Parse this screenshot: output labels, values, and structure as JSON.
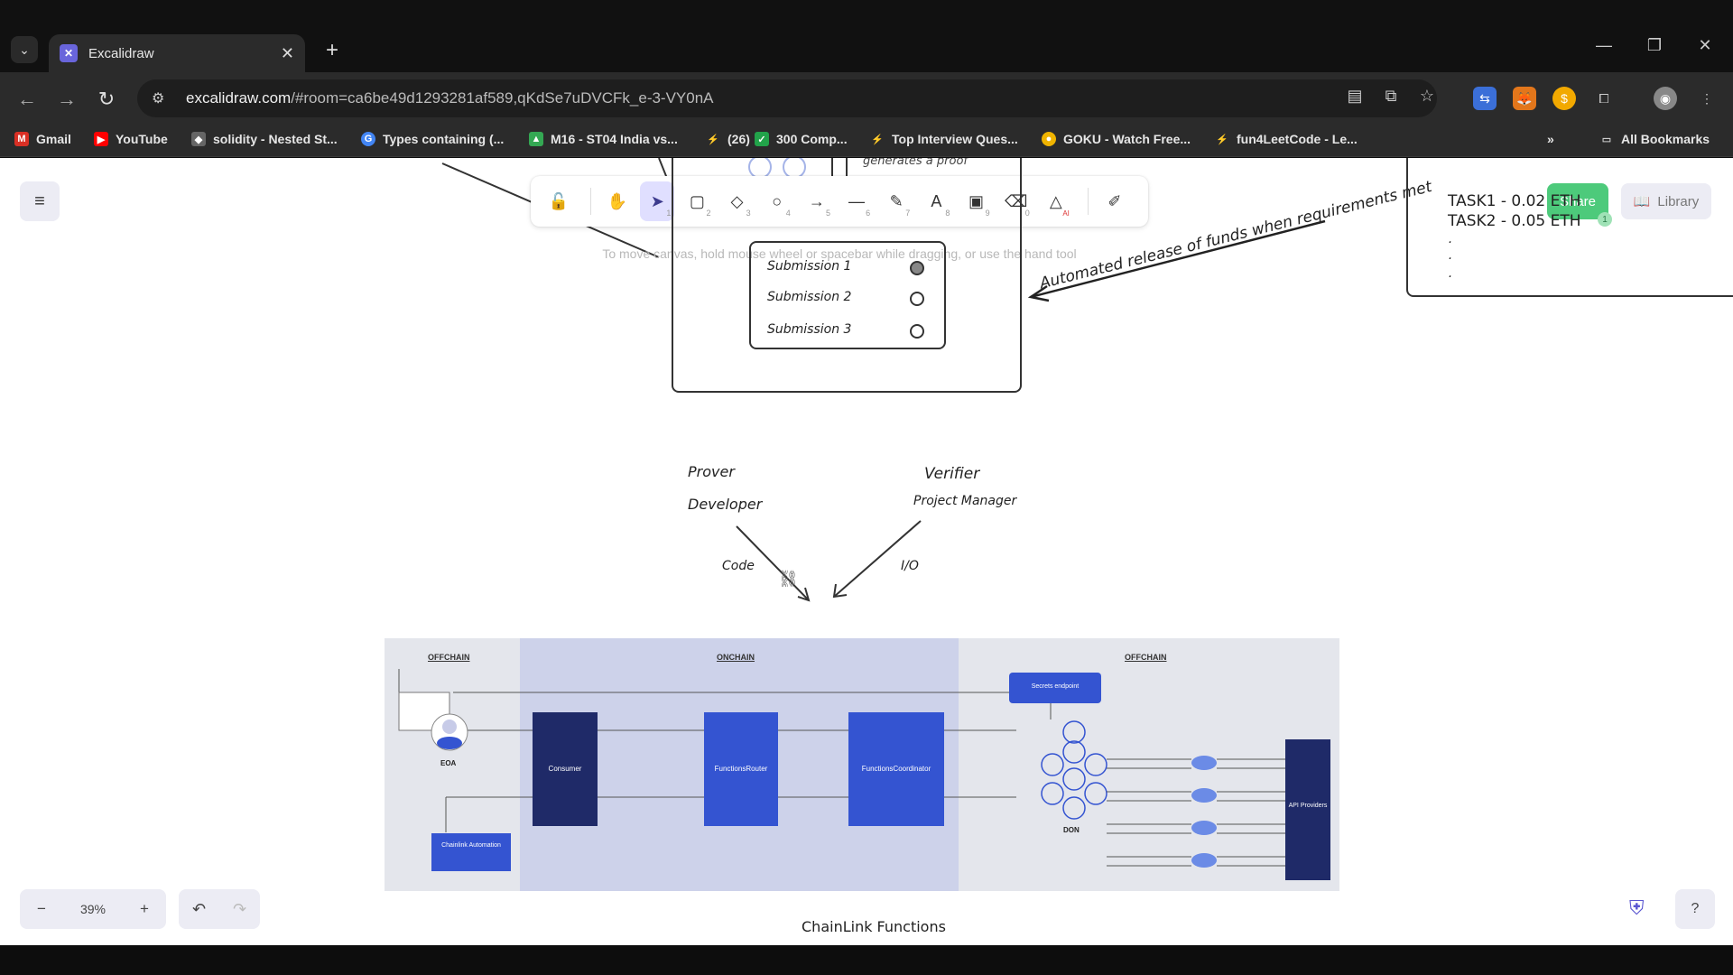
{
  "tab": {
    "title": "Excalidraw",
    "close": "✕"
  },
  "window": {
    "minimize": "—",
    "maximize": "❐",
    "close": "✕"
  },
  "address": {
    "host": "excalidraw.com",
    "path": "/#room=ca6be49d1293281af589,qKdSe7uDVCFk_e-3-VY0nA"
  },
  "bookmarks": [
    {
      "label": "Gmail",
      "color": "#d93025",
      "icon": "M"
    },
    {
      "label": "YouTube",
      "color": "#ff0000",
      "icon": "▶"
    },
    {
      "label": "solidity - Nested St...",
      "color": "#8a8a8a",
      "icon": "◆"
    },
    {
      "label": "Types containing (...",
      "color": "#4285f4",
      "icon": "G"
    },
    {
      "label": "M16 - ST04 India vs...",
      "color": "#34a853",
      "icon": "▲"
    },
    {
      "label": "(26)",
      "color": "#f5a623",
      "icon": "⚡"
    },
    {
      "label": "300 Comp...",
      "color": "#22a34a",
      "icon": "✓"
    },
    {
      "label": "Top Interview Ques...",
      "color": "#f5a623",
      "icon": "⚡"
    },
    {
      "label": "GOKU - Watch Free...",
      "color": "#f0b400",
      "icon": "●"
    },
    {
      "label": "fun4LeetCode - Le...",
      "color": "#f5a623",
      "icon": "⚡"
    }
  ],
  "bookmarks_more": "»",
  "all_bookmarks": "All Bookmarks",
  "toolbar": {
    "keys": [
      "1",
      "2",
      "3",
      "4",
      "5",
      "6",
      "7",
      "8",
      "9",
      "0"
    ],
    "ai_badge": "AI"
  },
  "hint": "To move canvas, hold mouse wheel or spacebar while dragging, or use the hand tool",
  "share": {
    "label": "Share",
    "badge": "1"
  },
  "library": {
    "label": "Library"
  },
  "drawing": {
    "top_partial": "generates a proof",
    "submissions": [
      "Submission 1",
      "Submission 2",
      "Submission 3"
    ],
    "arrow_label": "Automated release of funds when requirements met",
    "tasks": [
      "TASK1 - 0.02 ETH",
      "TASK2 - 0.05 ETH",
      "·",
      "·",
      "·"
    ],
    "prover": "Prover",
    "developer": "Developer",
    "verifier": "Verifier",
    "project_manager": "Project Manager",
    "code": "Code",
    "io": "I/O",
    "caption": "ChainLink Functions"
  },
  "chainlink_diagram": {
    "offchain_left": "OFFCHAIN",
    "onchain": "ONCHAIN",
    "offchain_right": "OFFCHAIN",
    "eoa": "EOA",
    "consumer": "Consumer",
    "router": "FunctionsRouter",
    "coordinator": "FunctionsCoordinator",
    "secrets": "Secrets endpoint",
    "automation": "Chainlink Automation",
    "don": "DON",
    "api": "API Providers"
  },
  "zoom": {
    "minus": "−",
    "value": "39%",
    "plus": "+"
  },
  "undo": "↶",
  "redo": "↷",
  "help": "?"
}
